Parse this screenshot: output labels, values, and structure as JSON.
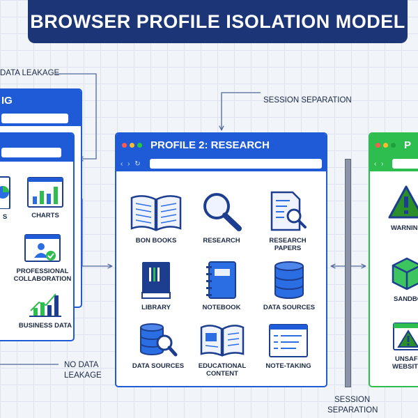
{
  "title": "BROWSER PROFILE ISOLATION MODEL",
  "labels": {
    "data_leakage": "DATA LEAKAGE",
    "session_separation_top": "SESSION SEPARATION",
    "no_data": "NO DATA",
    "leakage": "LEAKAGE",
    "session": "SESSION",
    "separation": "SEPARATION"
  },
  "profile1": {
    "title_fragment": "IG",
    "items": [
      {
        "label": "S",
        "icon": "pie-chart-icon"
      },
      {
        "label": "CHARTS",
        "icon": "bar-chart-icon"
      },
      {
        "label": "PROFESSIONAL\nCOLLABORATION",
        "icon": "collaboration-icon"
      },
      {
        "label": "BUSINESS DATA",
        "icon": "growth-chart-icon"
      }
    ]
  },
  "profile2": {
    "title": "PROFILE 2: RESEARCH",
    "items": [
      {
        "label": "BON BOOKS",
        "icon": "open-book-icon"
      },
      {
        "label": "RESEARCH",
        "icon": "magnifier-icon"
      },
      {
        "label": "RESEARCH\nPAPERS",
        "icon": "paper-search-icon"
      },
      {
        "label": "LIBRARY",
        "icon": "library-icon"
      },
      {
        "label": "NOTEBOOK",
        "icon": "notebook-icon"
      },
      {
        "label": "DATA SOURCES",
        "icon": "database-icon"
      },
      {
        "label": "DATA SOURCES",
        "icon": "database-search-icon"
      },
      {
        "label": "EDUCATIONAL\nCONTENT",
        "icon": "educational-book-icon"
      },
      {
        "label": "NOTE-TAKING",
        "icon": "note-window-icon"
      }
    ]
  },
  "profile3": {
    "title_fragment": "P",
    "items": [
      {
        "label": "WARNIN",
        "icon": "warning-icon"
      },
      {
        "label": "SANDBO",
        "icon": "sandbox-cube-icon"
      },
      {
        "label": "UNSAF\nWEBSIT",
        "icon": "unsafe-website-icon"
      }
    ]
  },
  "colors": {
    "title_bg": "#1c3576",
    "profile_blue": "#1f5bd6",
    "profile_green": "#2ebd4f",
    "warning_green": "#2a8f2a"
  }
}
